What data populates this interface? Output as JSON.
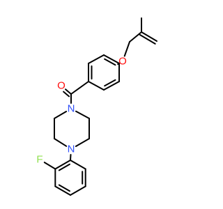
{
  "molecule": {
    "atoms": [
      {
        "id": "c_allyl_ch2",
        "label": ""
      },
      {
        "id": "c_allyl_center",
        "label": ""
      },
      {
        "id": "c_allyl_methyl",
        "label": ""
      },
      {
        "id": "c_allyl_terminal",
        "label": ""
      },
      {
        "id": "o_ether",
        "label": "O"
      },
      {
        "id": "c_ar1_1",
        "label": ""
      },
      {
        "id": "c_ar1_2",
        "label": ""
      },
      {
        "id": "c_ar1_3",
        "label": ""
      },
      {
        "id": "c_ar1_4",
        "label": ""
      },
      {
        "id": "c_ar1_5",
        "label": ""
      },
      {
        "id": "c_ar1_6",
        "label": ""
      },
      {
        "id": "c_carbonyl",
        "label": ""
      },
      {
        "id": "o_carbonyl",
        "label": "O"
      },
      {
        "id": "n_amide",
        "label": "N"
      },
      {
        "id": "c_pip_1",
        "label": ""
      },
      {
        "id": "c_pip_2",
        "label": ""
      },
      {
        "id": "n_aryl",
        "label": "N"
      },
      {
        "id": "c_pip_3",
        "label": ""
      },
      {
        "id": "c_pip_4",
        "label": ""
      },
      {
        "id": "c_ar2_1",
        "label": ""
      },
      {
        "id": "c_ar2_2",
        "label": ""
      },
      {
        "id": "f_fluoro",
        "label": "F"
      },
      {
        "id": "c_ar2_3",
        "label": ""
      },
      {
        "id": "c_ar2_4",
        "label": ""
      },
      {
        "id": "c_ar2_5",
        "label": ""
      },
      {
        "id": "c_ar2_6",
        "label": ""
      }
    ],
    "bonds": [
      {
        "from": "c_allyl_center",
        "to": "c_allyl_methyl",
        "order": 1
      },
      {
        "from": "c_allyl_center",
        "to": "c_allyl_terminal",
        "order": 2
      },
      {
        "from": "c_allyl_center",
        "to": "c_allyl_ch2",
        "order": 1
      },
      {
        "from": "c_allyl_ch2",
        "to": "o_ether",
        "order": 1
      },
      {
        "from": "o_ether",
        "to": "c_ar1_1",
        "order": 1
      },
      {
        "from": "c_ar1_1",
        "to": "c_ar1_2",
        "order": 2
      },
      {
        "from": "c_ar1_2",
        "to": "c_ar1_3",
        "order": 1
      },
      {
        "from": "c_ar1_3",
        "to": "c_ar1_4",
        "order": 2
      },
      {
        "from": "c_ar1_4",
        "to": "c_ar1_5",
        "order": 1
      },
      {
        "from": "c_ar1_5",
        "to": "c_ar1_6",
        "order": 2
      },
      {
        "from": "c_ar1_6",
        "to": "c_ar1_1",
        "order": 1
      },
      {
        "from": "c_ar1_4",
        "to": "c_carbonyl",
        "order": 1
      },
      {
        "from": "c_carbonyl",
        "to": "o_carbonyl",
        "order": 2
      },
      {
        "from": "c_carbonyl",
        "to": "n_amide",
        "order": 1
      },
      {
        "from": "n_amide",
        "to": "c_pip_1",
        "order": 1
      },
      {
        "from": "c_pip_1",
        "to": "c_pip_2",
        "order": 1
      },
      {
        "from": "c_pip_2",
        "to": "n_aryl",
        "order": 1
      },
      {
        "from": "n_aryl",
        "to": "c_pip_3",
        "order": 1
      },
      {
        "from": "c_pip_3",
        "to": "c_pip_4",
        "order": 1
      },
      {
        "from": "c_pip_4",
        "to": "n_amide",
        "order": 1
      },
      {
        "from": "n_aryl",
        "to": "c_ar2_1",
        "order": 1
      },
      {
        "from": "c_ar2_1",
        "to": "c_ar2_2",
        "order": 2
      },
      {
        "from": "c_ar2_2",
        "to": "f_fluoro",
        "order": 1
      },
      {
        "from": "c_ar2_2",
        "to": "c_ar2_3",
        "order": 1
      },
      {
        "from": "c_ar2_3",
        "to": "c_ar2_4",
        "order": 2
      },
      {
        "from": "c_ar2_4",
        "to": "c_ar2_5",
        "order": 1
      },
      {
        "from": "c_ar2_5",
        "to": "c_ar2_6",
        "order": 2
      },
      {
        "from": "c_ar2_6",
        "to": "c_ar2_1",
        "order": 1
      }
    ],
    "colors": {
      "bond": "#000000",
      "O": "#ff0d0d",
      "N": "#3050f8",
      "F": "#90e050",
      "background": "#ffffff"
    }
  }
}
